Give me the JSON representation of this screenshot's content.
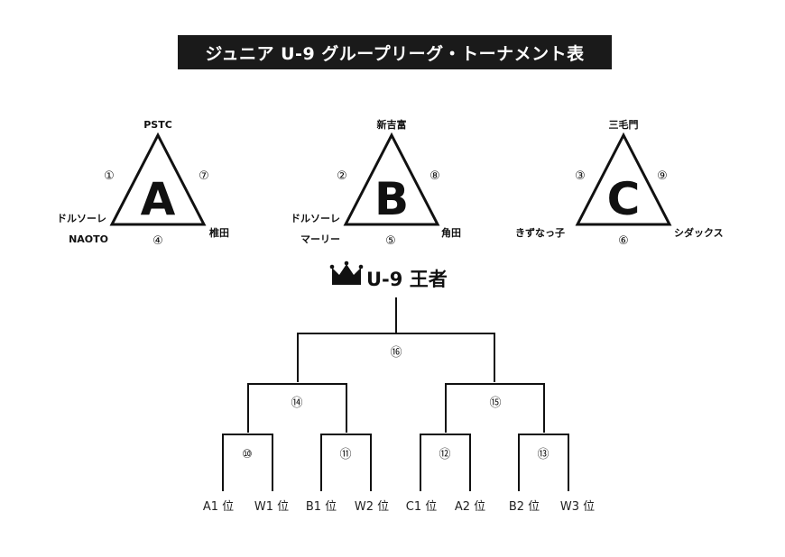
{
  "title": "ジュニア U-9 グループリーグ・トーナメント表",
  "groups": [
    {
      "letter": "A",
      "top": "PSTC",
      "left_lines": [
        "ドルソーレ",
        "NAOTO"
      ],
      "right": "椎田",
      "match_left": "①",
      "match_right": "⑦",
      "match_bottom": "④"
    },
    {
      "letter": "B",
      "top": "新吉富",
      "left_lines": [
        "ドルソーレ",
        "マーリー"
      ],
      "right": "角田",
      "match_left": "②",
      "match_right": "⑧",
      "match_bottom": "⑤"
    },
    {
      "letter": "C",
      "top": "三毛門",
      "left_lines": [
        "きずなっ子"
      ],
      "right": "シダックス",
      "match_left": "③",
      "match_right": "⑨",
      "match_bottom": "⑥"
    }
  ],
  "champion": "U-9 王者",
  "bracket": {
    "final": "⑯",
    "semis": [
      "⑭",
      "⑮"
    ],
    "quarters": [
      "⑩",
      "⑪",
      "⑫",
      "⑬"
    ],
    "slots": [
      "A1 位",
      "W1 位",
      "B1 位",
      "W2 位",
      "C1 位",
      "A2 位",
      "B2 位",
      "W3 位"
    ]
  }
}
